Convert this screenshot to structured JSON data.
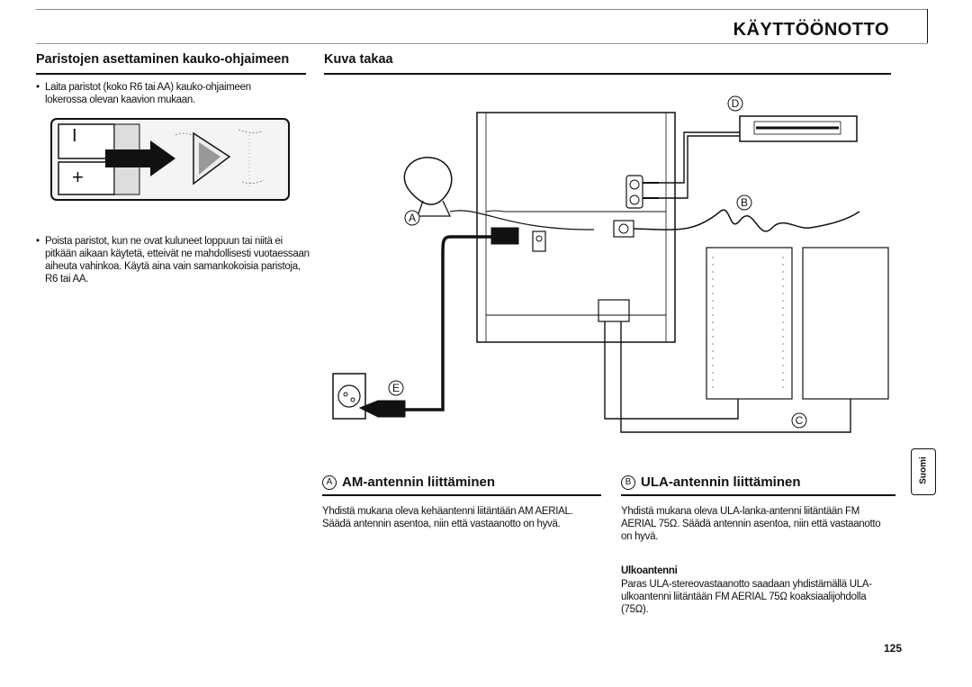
{
  "header": {
    "title": "KÄYTTÖÖNOTTO"
  },
  "battery": {
    "heading": "Paristojen asettaminen kauko-ohjaimeen",
    "bullet1": "Laita paristot (koko R6 tai AA) kauko-ohjaimeen lokerossa olevan kaavion mukaan.",
    "bullet2": "Poista paristot, kun ne ovat kuluneet loppuun tai niitä ei pitkään aikaan käytetä, etteivät ne mahdollisesti vuotaessaan aiheuta vahinkoa. Käytä aina vain samankokoisia paristoja, R6 tai AA.",
    "minus": "I",
    "plus": "+"
  },
  "rear": {
    "heading": "Kuva takaa",
    "labels": {
      "a": "A",
      "b": "B",
      "c": "C",
      "d": "D",
      "e": "E"
    }
  },
  "am": {
    "marker": "A",
    "heading": "AM-antennin liittäminen",
    "text": "Yhdistä mukana oleva kehäantenni liitäntään AM AERIAL. Säädä antennin asentoa, niin että vastaanotto on hyvä."
  },
  "fm": {
    "marker": "B",
    "heading": "ULA-antennin liittäminen",
    "text": "Yhdistä mukana oleva ULA-lanka-antenni liitäntään FM AERIAL 75Ω. Säädä antennin asentoa, niin että vastaanotto on hyvä.",
    "sub_heading": "Ulkoantenni",
    "sub_text": "Paras ULA-stereovastaanotto saadaan yhdistämällä ULA-ulkoantenni liitäntään FM AERIAL 75Ω koaksiaalijohdolla (75Ω)."
  },
  "side_tab": {
    "label": "Suomi"
  },
  "page_number": "125"
}
